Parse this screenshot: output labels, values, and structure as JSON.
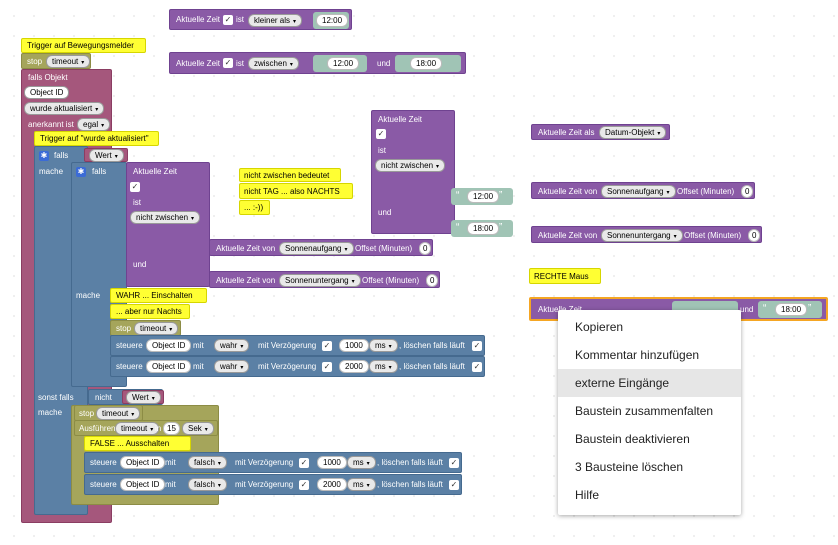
{
  "blocks": {
    "b1": {
      "label": "Aktuelle Zeit",
      "ist": "ist",
      "op": "kleiner als",
      "val": "12:00"
    },
    "b2": {
      "label": "Aktuelle Zeit",
      "ist": "ist",
      "op": "zwischen",
      "val1": "12:00",
      "und": "und",
      "val2": "18:00"
    },
    "trigger1": {
      "label": "Trigger auf Bewegungsmelder"
    },
    "stop1": {
      "label": "stop",
      "dd": "timeout"
    },
    "falls_obj": {
      "label": "falls Objekt",
      "obj": "Object ID",
      "cond": "wurde aktualisiert",
      "anerkannt": "anerkannt ist",
      "val": "egal"
    },
    "trigger2": {
      "label": "Trigger auf \"wurde aktualisiert\""
    },
    "falls1": {
      "falls": "falls",
      "wert": "Wert",
      "mache": "mache"
    },
    "falls2": {
      "falls": "falls",
      "zeit": "Aktuelle Zeit",
      "ist": "ist",
      "op": "nicht zwischen",
      "und": "und"
    },
    "azvon1": {
      "label": "Aktuelle Zeit von",
      "dd": "Sonnenaufgang",
      "offset": "Offset (Minuten)",
      "val": "0"
    },
    "azvon2": {
      "label": "Aktuelle Zeit von",
      "dd": "Sonnenuntergang",
      "offset": "Offset (Minuten)",
      "val": "0"
    },
    "comment1": {
      "l1": "nicht zwischen bedeutet",
      "l2": "nicht  TAG  ...  also NACHTS",
      "l3": "... :-))"
    },
    "mid": {
      "zeit": "Aktuelle Zeit",
      "ist": "ist",
      "op": "nicht zwischen",
      "und": "und",
      "v1": "12:00",
      "v2": "18:00"
    },
    "mache2": {
      "label": "mache",
      "wahr": "WAHR  ...  Einschalten",
      "nachts": "... aber nur Nachts",
      "stop": "stop",
      "stopdd": "timeout"
    },
    "steuere1": {
      "steuere": "steuere",
      "obj": "Object ID",
      "mit": "mit",
      "val": "wahr",
      "delay": "mit Verzögerung",
      "ms": "1000",
      "unit": "ms",
      "loesch": ", löschen falls läuft"
    },
    "steuere2": {
      "steuere": "steuere",
      "obj": "Object ID",
      "mit": "mit",
      "val": "wahr",
      "delay": "mit Verzögerung",
      "ms": "2000",
      "unit": "ms",
      "loesch": ", löschen falls läuft"
    },
    "sonst": {
      "label": "sonst falls",
      "nicht": "nicht",
      "wert": "Wert",
      "mache": "mache"
    },
    "stop3": {
      "label": "stop",
      "dd": "timeout"
    },
    "ausf": {
      "label": "Ausführen",
      "dd": "timeout",
      "in": "in",
      "val": "15",
      "unit": "Sek"
    },
    "false": {
      "label": "FALSE  ...  Ausschalten"
    },
    "steuere3": {
      "steuere": "steuere",
      "obj": "Object ID",
      "mit": "mit",
      "val": "falsch",
      "delay": "mit Verzögerung",
      "ms": "1000",
      "unit": "ms",
      "loesch": ", löschen falls läuft"
    },
    "steuere4": {
      "steuere": "steuere",
      "obj": "Object ID",
      "mit": "mit",
      "val": "falsch",
      "delay": "mit Verzögerung",
      "ms": "2000",
      "unit": "ms",
      "loesch": ", löschen falls läuft"
    },
    "right1": {
      "label": "Aktuelle Zeit als",
      "dd": "Datum-Objekt"
    },
    "right2": {
      "label": "Aktuelle Zeit von",
      "dd": "Sonnenaufgang",
      "offset": "Offset (Minuten)",
      "val": "0"
    },
    "right3": {
      "label": "Aktuelle Zeit von",
      "dd": "Sonnenuntergang",
      "offset": "Offset (Minuten)",
      "val": "0"
    },
    "rechte": {
      "label": "RECHTE  Maus"
    },
    "sel": {
      "label": "Aktuelle Zeit",
      "und": "und",
      "val": "18:00"
    }
  },
  "context_menu": {
    "items": [
      "Kopieren",
      "Kommentar hinzufügen",
      "externe Eingänge",
      "Baustein zusammenfalten",
      "Baustein deaktivieren",
      "3 Bausteine löschen",
      "Hilfe"
    ],
    "highlighted_index": 2
  },
  "colors": {
    "logic": "#5b80a5",
    "time": "#8a5aa6",
    "event": "#a5577c",
    "timer": "#a5a55b",
    "comment": "#ffff33"
  }
}
